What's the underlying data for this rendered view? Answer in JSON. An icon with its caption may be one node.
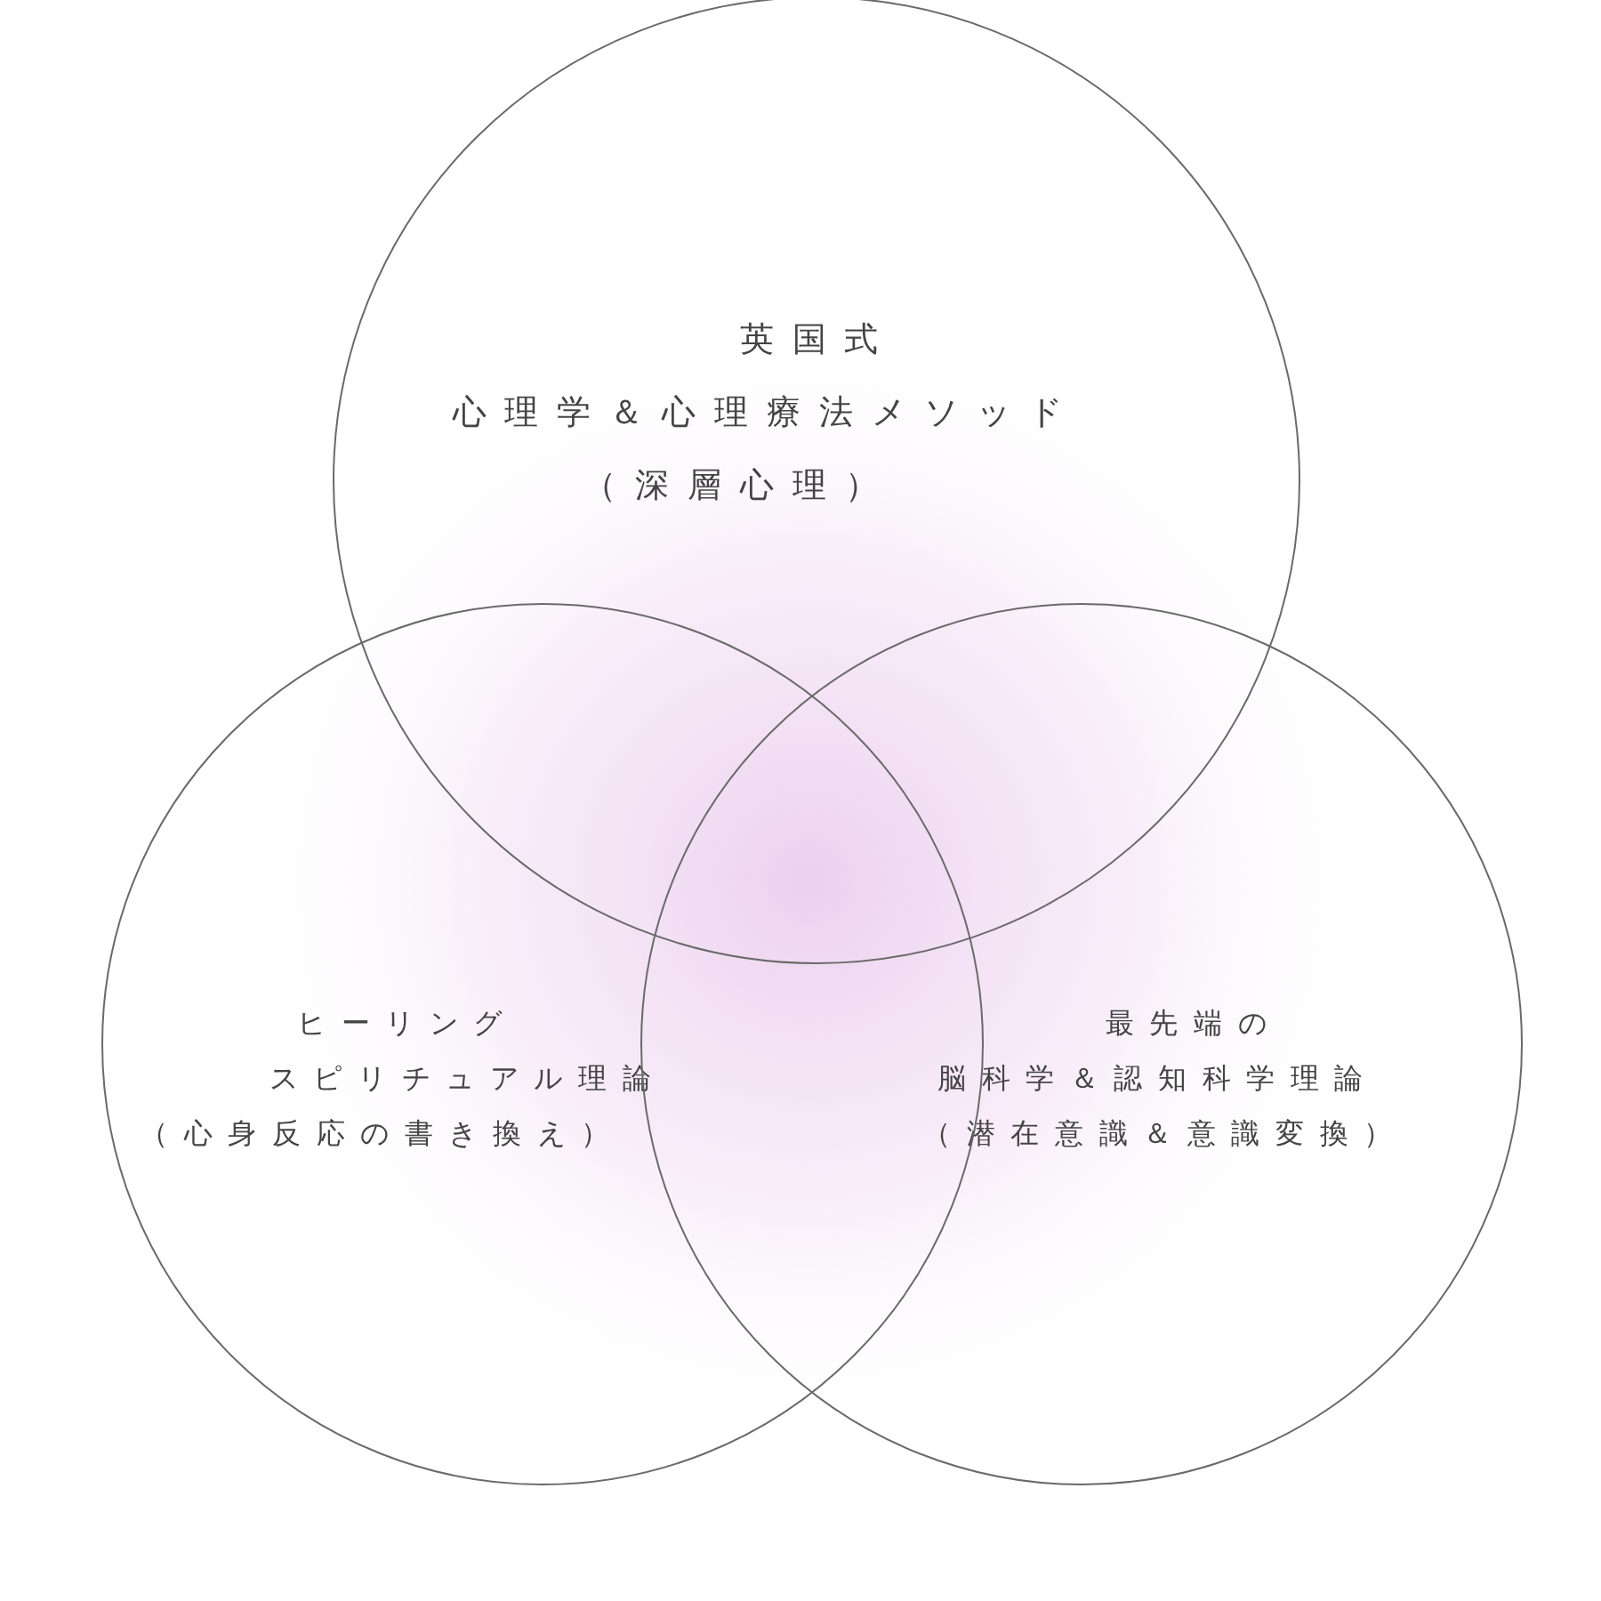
{
  "diagram": {
    "nodes": [
      {
        "text": [
          "英国式",
          "心理学＆心理療法メソッド",
          "（深層心理）"
        ]
      },
      {
        "text": [
          "ヒーリング",
          "スピリチュアル理論",
          "（心身反応の書き換え）"
        ]
      },
      {
        "text": [
          "最先端の",
          "脳科学＆認知科学理論",
          "（潜在意識＆意識変換）"
        ]
      }
    ]
  }
}
